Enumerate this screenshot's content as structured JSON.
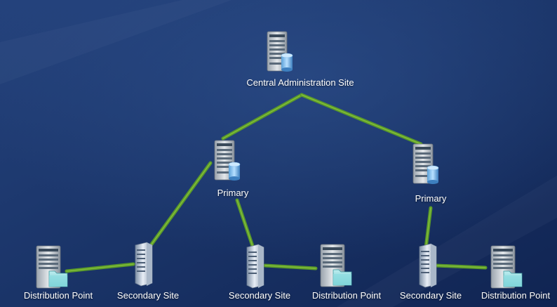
{
  "colors": {
    "background_top": "#1f3a72",
    "background_bottom": "#0f2453",
    "connector": "#5a9a2a",
    "connector_highlight": "#8cc63f",
    "label": "#ffffff"
  },
  "nodes": [
    {
      "id": "cas",
      "label": "Central Administration Site",
      "icon": "server-db-icon"
    },
    {
      "id": "primary-left",
      "label": "Primary",
      "icon": "server-db-icon"
    },
    {
      "id": "primary-right",
      "label": "Primary",
      "icon": "server-db-icon"
    },
    {
      "id": "dp-1",
      "label": "Distribution Point",
      "icon": "server-folder-icon"
    },
    {
      "id": "secondary-1",
      "label": "Secondary Site",
      "icon": "tower-server-icon"
    },
    {
      "id": "secondary-2",
      "label": "Secondary Site",
      "icon": "tower-server-icon"
    },
    {
      "id": "dp-2",
      "label": "Distribution Point",
      "icon": "server-folder-icon"
    },
    {
      "id": "secondary-3",
      "label": "Secondary Site",
      "icon": "tower-server-icon"
    },
    {
      "id": "dp-3",
      "label": "Distribution Point",
      "icon": "server-folder-icon"
    }
  ],
  "links": [
    [
      "cas",
      "primary-left"
    ],
    [
      "cas",
      "primary-right"
    ],
    [
      "primary-left",
      "secondary-1"
    ],
    [
      "primary-left",
      "secondary-2"
    ],
    [
      "primary-right",
      "secondary-3"
    ],
    [
      "secondary-1",
      "dp-1"
    ],
    [
      "secondary-2",
      "dp-2"
    ],
    [
      "secondary-3",
      "dp-3"
    ]
  ]
}
